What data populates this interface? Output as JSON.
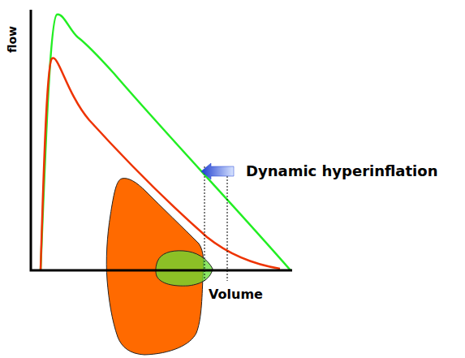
{
  "diagram": {
    "labels": [
      "flow",
      "Dynamic hyperinflation",
      "Volume"
    ]
  }
}
